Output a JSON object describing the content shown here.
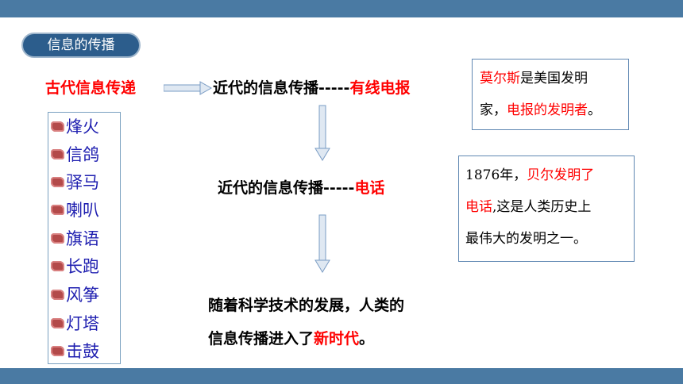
{
  "header": {
    "section_title": "信息的传播"
  },
  "flow": {
    "ancient_label": "古代信息传递",
    "step1_prefix": "近代的信息传播-----",
    "step1_highlight": "有线电报",
    "step2_prefix": "近代的信息传播-----",
    "step2_highlight": "电话",
    "conclusion_line1": "随着科学技术的发展，人类的",
    "conclusion_line2_prefix": "信息传播进入了",
    "conclusion_line2_highlight": "新时代",
    "conclusion_line2_suffix": "。"
  },
  "ancient_methods": [
    "烽火",
    "信鸽",
    "驿马",
    "喇叭",
    "旗语",
    "长跑",
    "风筝",
    "灯塔",
    "击鼓"
  ],
  "note_telegraph": {
    "line1_red": "莫尔斯",
    "line1_black": "是美国发明",
    "line2_black": "家，",
    "line2_red": "电报的发明者",
    "line2_end": "。"
  },
  "note_telephone": {
    "line1_black": "1876年，",
    "line1_red": "贝尔发明了",
    "line2_red": "电话",
    "line2_black": ",这是人类历史上",
    "line3_black": "最伟大的发明之一。"
  },
  "colors": {
    "bar": "#4a7aa3",
    "pill": "#2c5d8c",
    "highlight": "#ff0000",
    "list_text": "#1f1fb0"
  }
}
